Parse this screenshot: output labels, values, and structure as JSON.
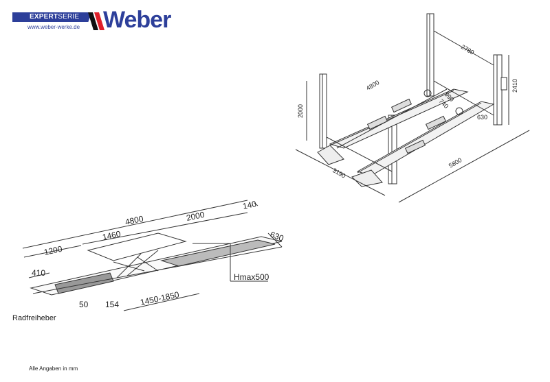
{
  "logo": {
    "series_label_bold": "EXPERT",
    "series_label_light": "SERIE",
    "url": "www.weber-werke.de",
    "brand": "Weber",
    "colors": {
      "blue": "#2d3f9a",
      "red": "#e0202a",
      "black": "#111111"
    }
  },
  "four_post_lift": {
    "dimensions": {
      "post_distance_width": "2780",
      "length_between_posts": "4800",
      "height_right": "2410",
      "height_left": "2000",
      "platform_width_outer": "990",
      "platform_width_inner": "740",
      "runway_width": "630",
      "overall_width": "3190",
      "overall_length": "5800"
    }
  },
  "wheel_free_jack": {
    "caption": "Radfreiheber",
    "dimensions": {
      "total_length": "4800",
      "section_1": "1200",
      "jack_length": "1460",
      "section_2": "2000",
      "end_offset": "140",
      "width": "630",
      "ramp": "410",
      "offset_50": "50",
      "offset_154": "154",
      "range": "1450-1850",
      "max_height": "Hmax500"
    }
  },
  "footnote": "Alle Angaben in mm"
}
